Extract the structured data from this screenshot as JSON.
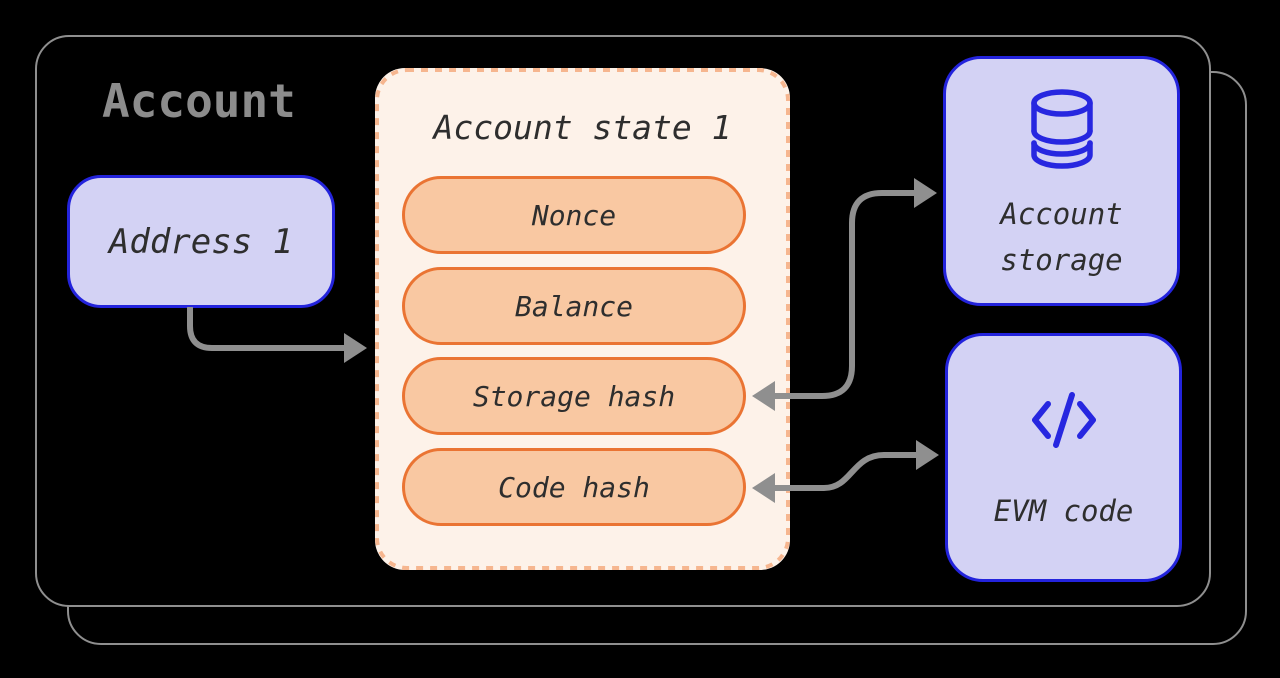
{
  "colors": {
    "background": "#000000",
    "frame_gray": "#8f8f8f",
    "title_gray": "#8c8c8c",
    "accent_blue": "#2323dc",
    "lavender_fill": "#d3d2f4",
    "orange_border": "#ea7433",
    "orange_fill": "#f9c8a2",
    "peach_fill": "#fdf2e9",
    "peach_dash": "#f6b68f",
    "arrow_gray": "#8f8f8f",
    "text_dark": "#2e2e2e"
  },
  "diagram": {
    "outer_label": "Account",
    "address_box": {
      "label": "Address 1"
    },
    "account_state": {
      "title": "Account state 1",
      "fields": [
        "Nonce",
        "Balance",
        "Storage hash",
        "Code hash"
      ]
    },
    "account_storage": {
      "icon": "database-icon",
      "label_lines": [
        "Account",
        "storage"
      ]
    },
    "evm_code": {
      "icon": "code-icon",
      "label": "EVM code"
    },
    "connectors": [
      {
        "name": "address-to-account-state",
        "from": "Address 1",
        "to": "Account state 1"
      },
      {
        "name": "storage-hash-to-account-storage",
        "from": "Storage hash",
        "to": "Account storage"
      },
      {
        "name": "code-hash-to-evm-code",
        "from": "Code hash",
        "to": "EVM code"
      }
    ]
  }
}
